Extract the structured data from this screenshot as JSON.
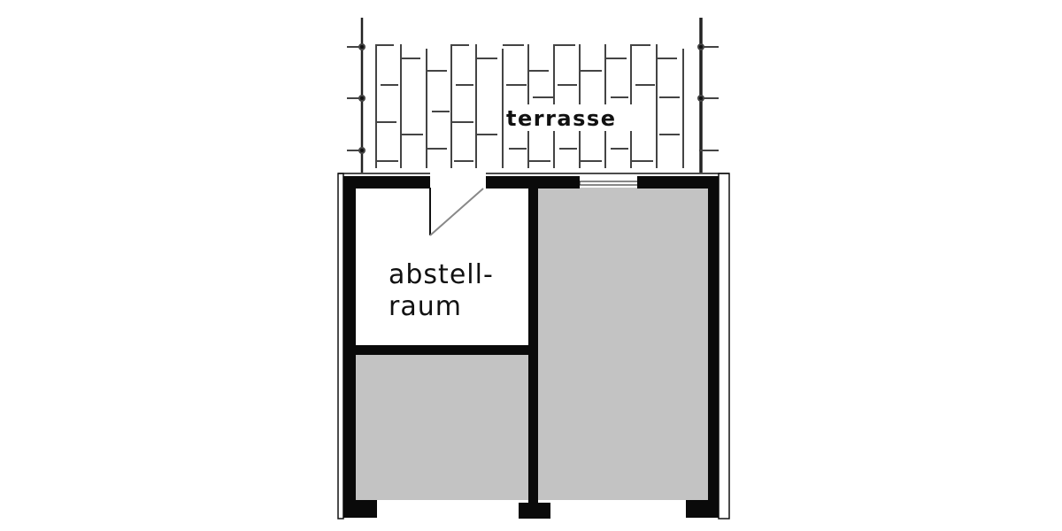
{
  "diagram": {
    "type": "floor-plan",
    "colors": {
      "wall": "#0a0a0a",
      "room_fill_grey": "#c3c3c3",
      "room_fill_white": "#ffffff",
      "paving_lines": "#333333",
      "background": "#ffffff"
    },
    "labels": {
      "terrace": "terrasse",
      "storage_line1": "abstell-",
      "storage_line2": "raum"
    },
    "rooms": [
      {
        "name": "terrasse",
        "fill": "paving",
        "area": "top"
      },
      {
        "name": "abstellraum",
        "fill": "white",
        "area": "upper-left"
      },
      {
        "name": "unlabeled-room-lower-left",
        "fill": "grey",
        "area": "lower-left"
      },
      {
        "name": "unlabeled-room-right",
        "fill": "grey",
        "area": "right"
      }
    ]
  }
}
